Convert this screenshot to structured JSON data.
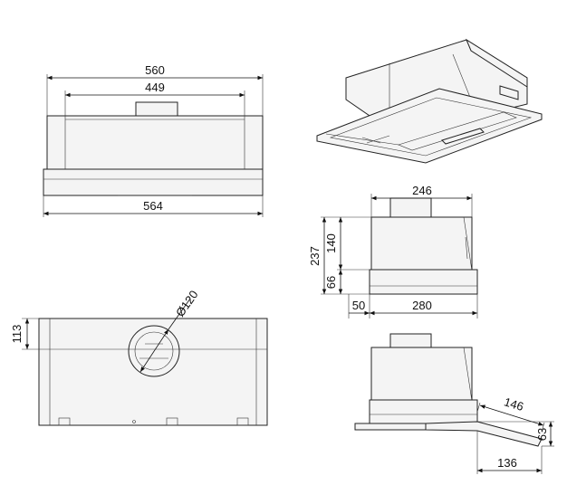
{
  "dimensions": {
    "front_total_top": "560",
    "front_inner_top": "449",
    "front_bottom": "564",
    "side_top_width": "246",
    "side_total_height": "237",
    "side_upper_height": "140",
    "side_lower_height": "66",
    "side_offset": "50",
    "side_bottom_width": "280",
    "plan_depth": "113",
    "duct_diameter": "Ø120",
    "ext_slide_length": "146",
    "ext_drop": "63",
    "ext_horizontal": "136"
  }
}
